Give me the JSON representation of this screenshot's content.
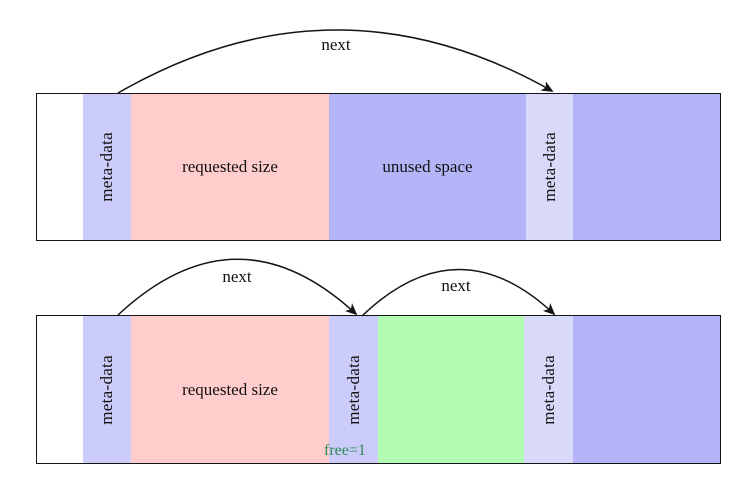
{
  "colors": {
    "meta": "#ccccfa",
    "meta_light": "#d9d9fa",
    "requested": "#ffcdcb",
    "unused": "#b4b4f8",
    "free_block": "#b2fbb2",
    "free_text": "#2e8b57",
    "line": "#141414"
  },
  "top_chunk": {
    "arrow": "next",
    "meta1": "meta-data",
    "payload": "requested size",
    "unused": "unused space",
    "meta2": "meta-data"
  },
  "bottom_chunk": {
    "arrow1": "next",
    "arrow2": "next",
    "meta1": "meta-data",
    "payload": "requested size",
    "meta2": "meta-data",
    "free_flag": "free=1",
    "meta3": "meta-data"
  }
}
